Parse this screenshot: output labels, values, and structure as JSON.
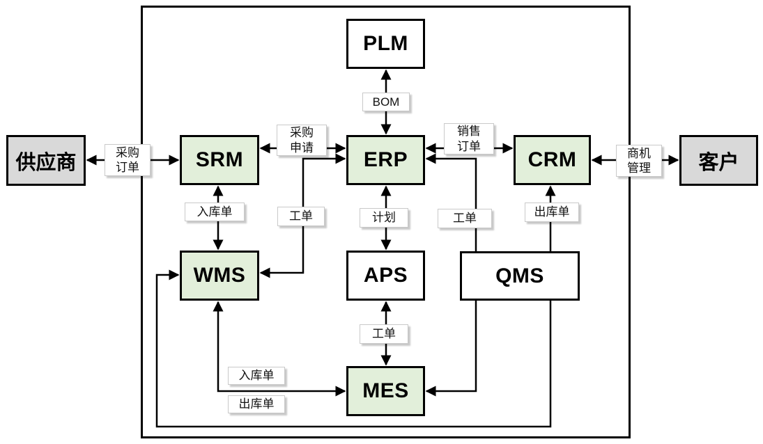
{
  "diagram": {
    "nodes": {
      "supplier": {
        "label": "供应商",
        "type": "external"
      },
      "customer": {
        "label": "客户",
        "type": "external"
      },
      "plm": {
        "label": "PLM"
      },
      "srm": {
        "label": "SRM"
      },
      "erp": {
        "label": "ERP"
      },
      "crm": {
        "label": "CRM"
      },
      "wms": {
        "label": "WMS"
      },
      "aps": {
        "label": "APS"
      },
      "qms": {
        "label": "QMS"
      },
      "mes": {
        "label": "MES"
      }
    },
    "labels": {
      "bom": "BOM",
      "purchase_order": "采购订单",
      "purchase_request": "采购申请",
      "sales_order": "销售订单",
      "opportunity_management": "商机管理",
      "inbound_srm_wms": "入库单",
      "work_order_erp_wms": "工单",
      "plan": "计划",
      "work_order_erp_qms": "工单",
      "outbound_crm_qms": "出库单",
      "work_order_aps_mes": "工单",
      "inbound_wms_mes": "入库单",
      "outbound_bottom": "出库单"
    },
    "colors": {
      "background": "#ffffff",
      "node_green": "#e2efda",
      "node_gray": "#d9d9d9",
      "node_white": "#ffffff",
      "line": "#000000"
    }
  }
}
